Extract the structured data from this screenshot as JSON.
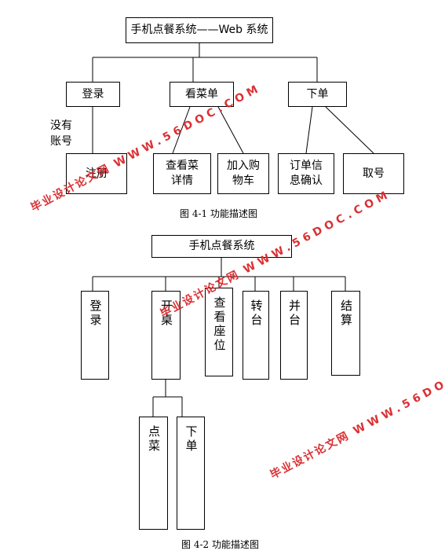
{
  "diagram1": {
    "root": "手机点餐系统——Web 系统",
    "level1": [
      "登录",
      "看菜单",
      "下单"
    ],
    "note": "没有\n账号",
    "register": "注册",
    "menu_children": [
      "查看菜\n详情",
      "加入购\n物车"
    ],
    "order_children": [
      "订单信\n息确认",
      "取号"
    ],
    "caption": "图 4-1 功能描述图"
  },
  "diagram2": {
    "root": "手机点餐系统",
    "level1": [
      "登录",
      "开桌",
      "查看座位",
      "转台",
      "并台",
      "结算"
    ],
    "kaizhuo_children": [
      "点菜",
      "下单"
    ],
    "caption": "图 4-2 功能描述图"
  },
  "watermark": {
    "cn": "毕业设计论文网",
    "en": "WWW.56DOC.COM",
    "color": "#d9262a"
  }
}
